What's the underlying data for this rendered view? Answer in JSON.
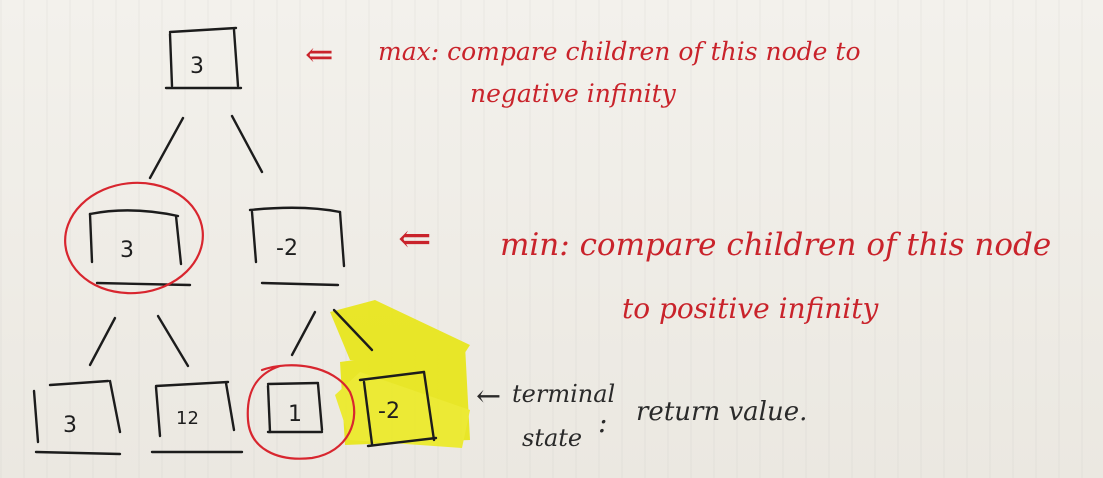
{
  "tree": {
    "root": {
      "value": "3"
    },
    "level1": [
      {
        "value": "3",
        "circled": true
      },
      {
        "value": "-2",
        "circled": false
      }
    ],
    "leaves": [
      {
        "value": "3",
        "circled": false,
        "highlighted": false
      },
      {
        "value": "12",
        "circled": false,
        "highlighted": false
      },
      {
        "value": "1",
        "circled": true,
        "highlighted": false
      },
      {
        "value": "-2",
        "circled": false,
        "highlighted": true
      }
    ]
  },
  "annotations": {
    "max_note": {
      "arrow": "⇐",
      "line1": "max: compare children of this node to",
      "line2": "negative infinity"
    },
    "min_note": {
      "arrow": "⇐",
      "line1": "min: compare children of this node",
      "line2": "to positive infinity"
    },
    "terminal_note": {
      "arrow": "←",
      "line1": "terminal",
      "line2": "state",
      "colon": ":",
      "value_text": "return value."
    }
  },
  "colors": {
    "ink": "#1c1c1c",
    "annotation_red": "#c9232b",
    "highlight_yellow": "#e8e600",
    "paper": "#f1efe9"
  }
}
